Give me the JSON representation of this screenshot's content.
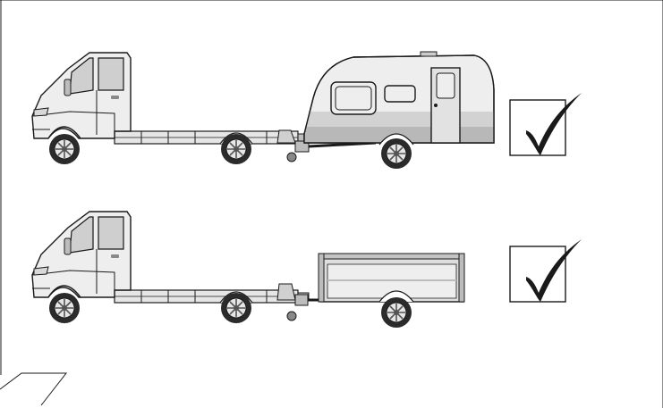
{
  "figure": {
    "colors": {
      "line": "#1a1a1a",
      "body_light": "#eeeeee",
      "body_mid": "#d2d2d2",
      "body_dark": "#a9a9a9",
      "tire": "#2b2b2b",
      "rim": "#e6e6e6"
    },
    "rows": [
      {
        "tow_vehicle": "chassis-cab-van",
        "trailer": "caravan",
        "mark": "checkmark-icon"
      },
      {
        "tow_vehicle": "chassis-cab-van",
        "trailer": "box-trailer",
        "mark": "checkmark-icon"
      }
    ]
  }
}
